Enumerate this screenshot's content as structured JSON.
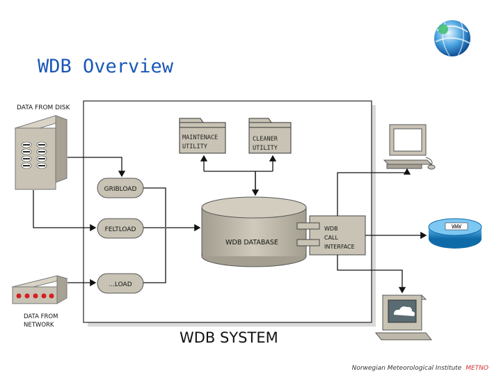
{
  "slide": {
    "title": "WDB Overview",
    "footer_org": "Norwegian Meteorological Institute",
    "footer_brand": "METNO"
  },
  "diagram": {
    "system_label": "WDB SYSTEM",
    "data_from_disk": "DATA FROM DISK",
    "data_from_network_line1": "DATA FROM",
    "data_from_network_line2": "NETWORK",
    "maintenance_line1": "MAINTENACE",
    "maintenance_line2": "UTILITY",
    "cleaner_line1": "CLEANER",
    "cleaner_line2": "UTILITY",
    "gribload": "GRIBLOAD",
    "feltload": "FELTLOAD",
    "xload": "...LOAD",
    "database": "WDB DATABASE",
    "call_line1": "WDB",
    "call_line2": "CALL",
    "call_line3": "INTERFACE",
    "www": "WWW"
  },
  "colors": {
    "title": "#1a57b8",
    "box_fill": "#c8c3b4",
    "box_dark": "#8f8a7c",
    "led_red": "#d42020",
    "router_blue": "#1d86c8"
  }
}
